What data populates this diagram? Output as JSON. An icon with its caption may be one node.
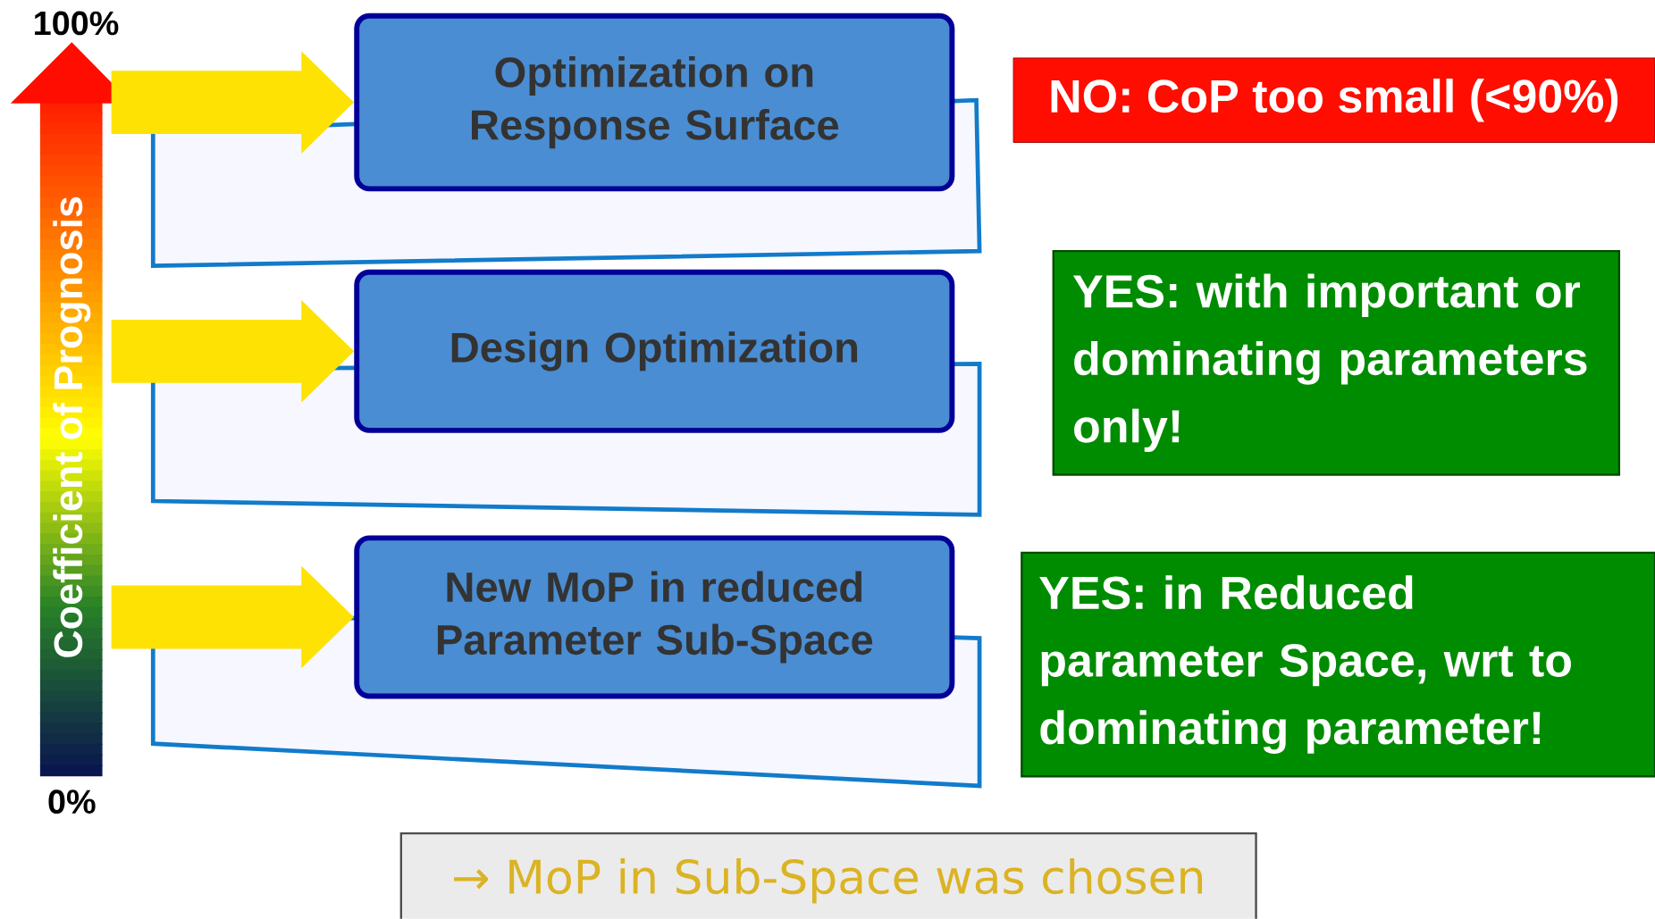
{
  "diagram": {
    "nodes": [
      {
        "text": [
          "Optimization on Response Surface"
        ]
      },
      {
        "text": [
          "Design Optimization"
        ]
      },
      {
        "text": [
          "New MoP in reduced Parameter Sub-Space"
        ]
      },
      {
        "text": [
          "NO: CoP too small (<90%)"
        ]
      },
      {
        "text": [
          "YES: with important or dominating parameters only!"
        ]
      },
      {
        "text": [
          "YES: in Reduced parameter Space, wrt to dominating parameter!"
        ]
      },
      {
        "text": [
          "→ MoP in Sub-Space was chosen"
        ]
      }
    ],
    "edges": [
      {
        "from": null,
        "to": 0,
        "arrow": "to"
      },
      {
        "from": null,
        "to": 1,
        "arrow": "to"
      },
      {
        "from": null,
        "to": 2,
        "arrow": "to"
      }
    ],
    "labels": [
      "100%",
      "Coefficient of Prognosis",
      "0%"
    ]
  }
}
